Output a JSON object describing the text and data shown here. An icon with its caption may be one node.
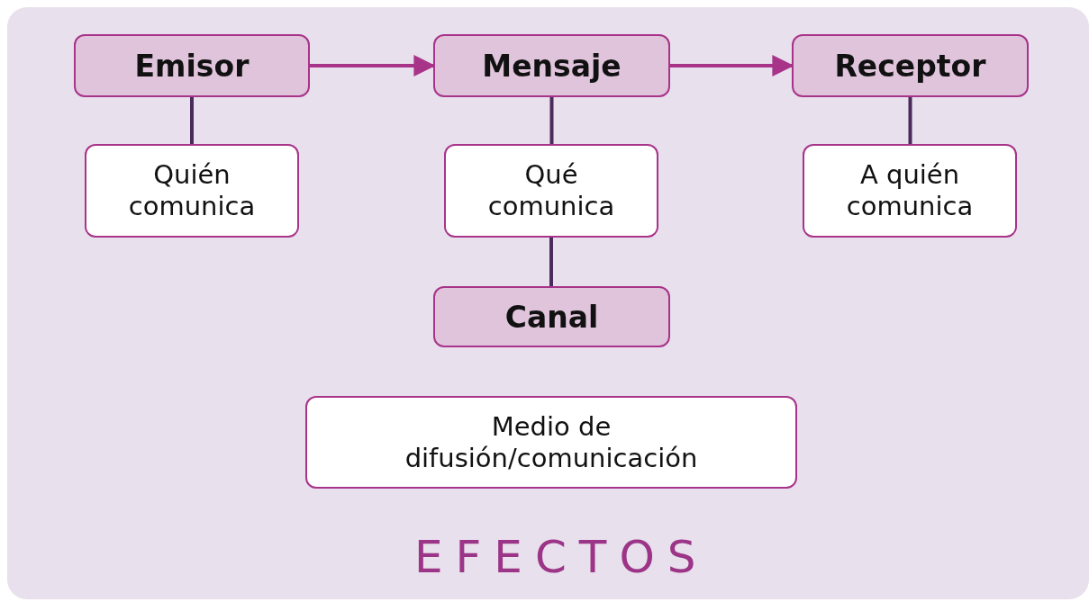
{
  "diagram": {
    "nodes": [
      {
        "text": [
          "Emisor"
        ]
      },
      {
        "text": [
          "Mensaje"
        ]
      },
      {
        "text": [
          "Receptor"
        ]
      },
      {
        "text": [
          "Quién comunica"
        ]
      },
      {
        "text": [
          "Qué comunica"
        ]
      },
      {
        "text": [
          "A quién comunica"
        ]
      },
      {
        "text": [
          "Canal"
        ]
      },
      {
        "text": [
          "Medio de difusión/comunicación"
        ]
      }
    ],
    "edges": [
      {
        "from": 0,
        "to": 1,
        "arrow": "to",
        "color": "#a8348a"
      },
      {
        "from": 1,
        "to": 2,
        "arrow": "to",
        "color": "#a8348a"
      },
      {
        "from": 0,
        "to": 3,
        "arrow": "none"
      },
      {
        "from": 1,
        "to": 4,
        "arrow": "none"
      },
      {
        "from": 2,
        "to": 5,
        "arrow": "none"
      },
      {
        "from": 4,
        "to": 6,
        "arrow": "none"
      }
    ],
    "labels": [
      "EFECTOS"
    ]
  }
}
